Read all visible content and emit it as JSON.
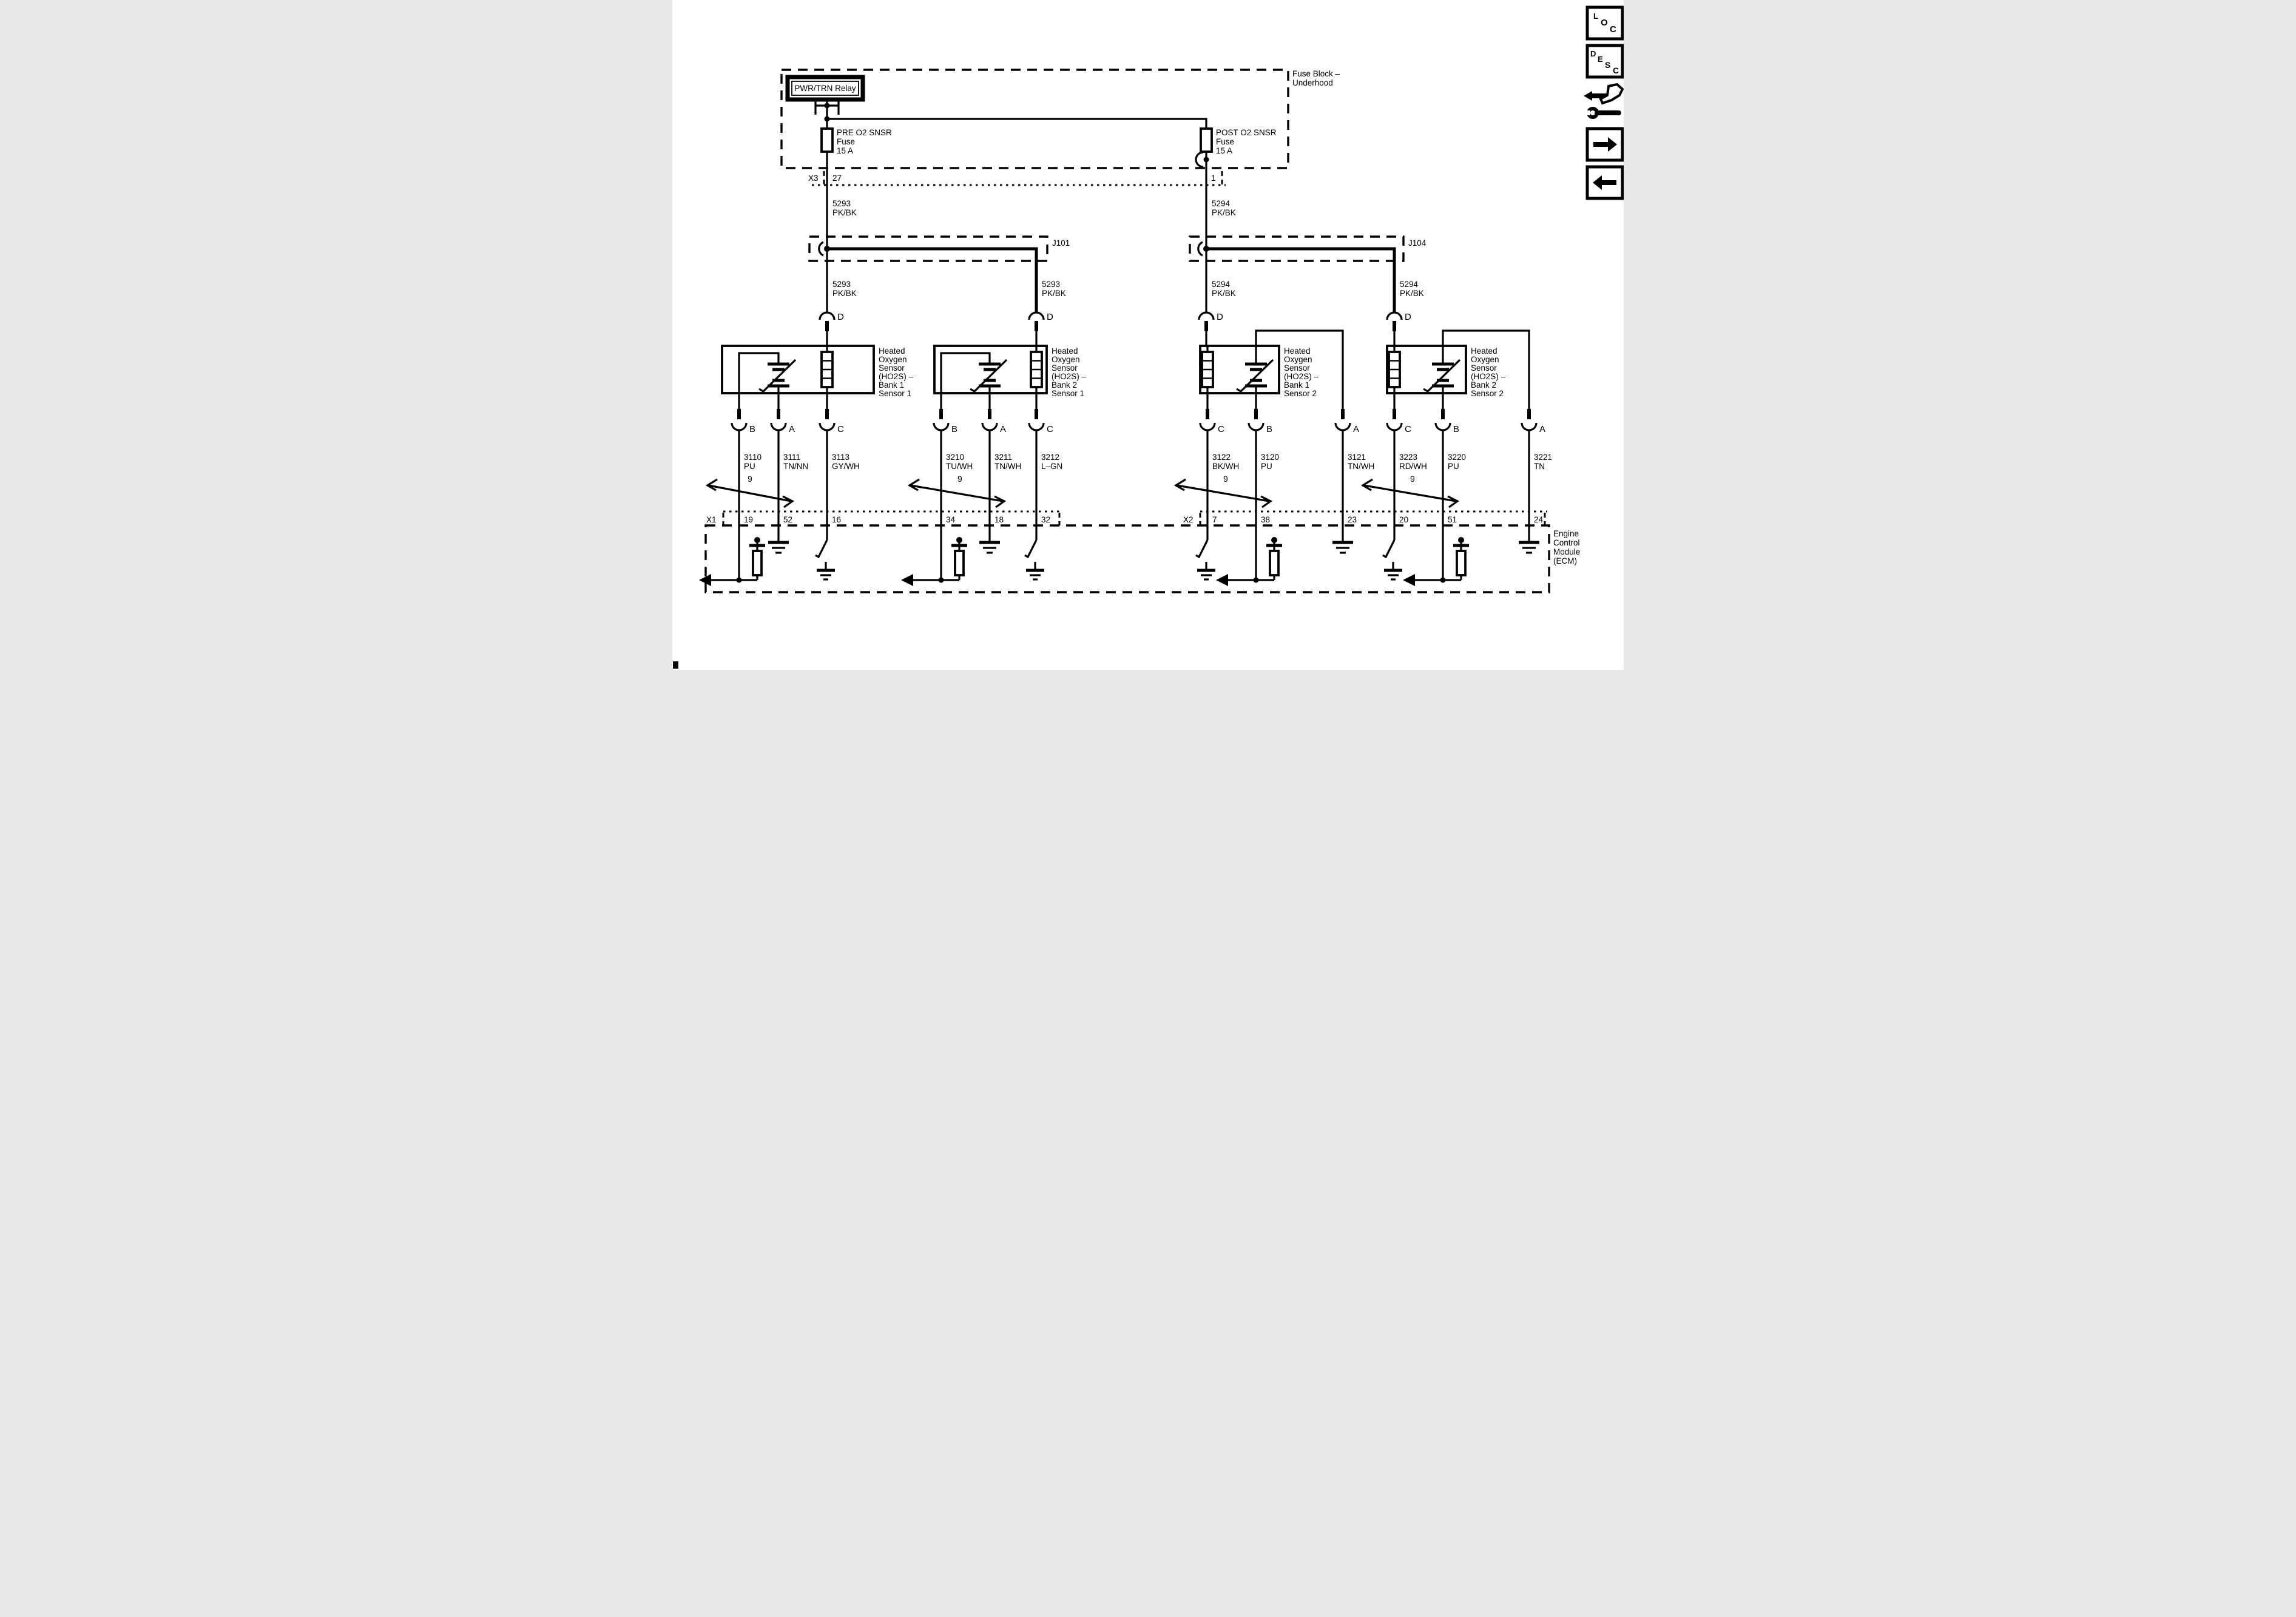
{
  "page": {
    "background": "#ffffff",
    "ink": "#000000"
  },
  "side_panel": {
    "loc_letters": [
      "L",
      "O",
      "C"
    ],
    "desc_letters": [
      "D",
      "E",
      "S",
      "C"
    ]
  },
  "fuse_block": {
    "label": [
      "Fuse Block –",
      "Underhood"
    ],
    "relay_label": "PWR/TRN Relay",
    "pre_fuse": [
      "PRE O2 SNSR",
      "Fuse",
      "15 A"
    ],
    "post_fuse": [
      "POST O2 SNSR",
      "Fuse",
      "15 A"
    ],
    "connector": "X3",
    "pre_pin": "27",
    "post_pin": "1"
  },
  "circuits": {
    "pre": {
      "id": "5293",
      "color": "PK/BK"
    },
    "post": {
      "id": "5294",
      "color": "PK/BK"
    }
  },
  "junctions": {
    "j101": "J101",
    "j104": "J104"
  },
  "sensors": [
    {
      "label": [
        "Heated",
        "Oxygen",
        "Sensor",
        "(HO2S)  –",
        "Bank 1",
        "Sensor 1"
      ],
      "supply_pin": "D",
      "twisted_pair": "9",
      "pins": [
        {
          "letter": "B",
          "circuit": "3110",
          "color": "PU",
          "ecm_pin": "19"
        },
        {
          "letter": "A",
          "circuit": "3111",
          "color": "TN/NN",
          "ecm_pin": "52"
        },
        {
          "letter": "C",
          "circuit": "3113",
          "color": "GY/WH",
          "ecm_pin": "16"
        }
      ]
    },
    {
      "label": [
        "Heated",
        "Oxygen",
        "Sensor",
        "(HO2S)  –",
        "Bank 2",
        "Sensor 1"
      ],
      "supply_pin": "D",
      "twisted_pair": "9",
      "pins": [
        {
          "letter": "B",
          "circuit": "3210",
          "color": "TU/WH",
          "ecm_pin": "34"
        },
        {
          "letter": "A",
          "circuit": "3211",
          "color": "TN/WH",
          "ecm_pin": "18"
        },
        {
          "letter": "C",
          "circuit": "3212",
          "color": "L–GN",
          "ecm_pin": "32"
        }
      ]
    },
    {
      "label": [
        "Heated",
        "Oxygen",
        "Sensor",
        "(HO2S)  –",
        "Bank 1",
        "Sensor 2"
      ],
      "supply_pin": "D",
      "twisted_pair": "9",
      "pins": [
        {
          "letter": "C",
          "circuit": "3122",
          "color": "BK/WH",
          "ecm_pin": "7"
        },
        {
          "letter": "B",
          "circuit": "3120",
          "color": "PU",
          "ecm_pin": "38"
        },
        {
          "letter": "A",
          "circuit": "3121",
          "color": "TN/WH",
          "ecm_pin": "23"
        }
      ]
    },
    {
      "label": [
        "Heated",
        "Oxygen",
        "Sensor",
        "(HO2S)  –",
        "Bank 2",
        "Sensor 2"
      ],
      "supply_pin": "D",
      "twisted_pair": "9",
      "pins": [
        {
          "letter": "C",
          "circuit": "3223",
          "color": "RD/WH",
          "ecm_pin": "20"
        },
        {
          "letter": "B",
          "circuit": "3220",
          "color": "PU",
          "ecm_pin": "51"
        },
        {
          "letter": "A",
          "circuit": "3221",
          "color": "TN",
          "ecm_pin": "24"
        }
      ]
    }
  ],
  "ecm": {
    "label": [
      "Engine",
      "Control",
      "Module",
      "(ECM)"
    ],
    "connectors": [
      "X1",
      "X2"
    ]
  }
}
